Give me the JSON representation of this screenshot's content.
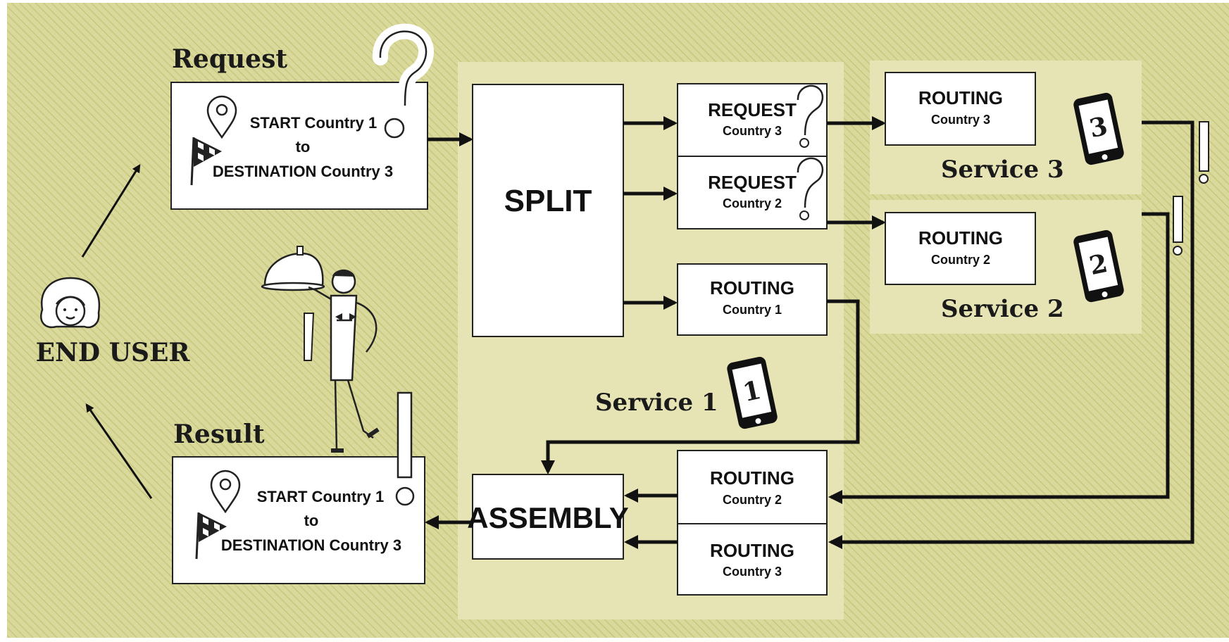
{
  "end_user": {
    "label": "END USER"
  },
  "request": {
    "heading": "Request",
    "line1": "START Country 1",
    "line2": "to",
    "line3": "DESTINATION Country 3"
  },
  "result": {
    "heading": "Result",
    "line1": "START Country 1",
    "line2": "to",
    "line3": "DESTINATION Country 3"
  },
  "split": {
    "label": "SPLIT"
  },
  "assembly": {
    "label": "ASSEMBLY"
  },
  "service1": {
    "label": "Service 1",
    "phone_number": "1",
    "routing_title": "ROUTING",
    "routing_sub": "Country 1"
  },
  "service2": {
    "label": "Service 2",
    "phone_number": "2",
    "routing_title": "ROUTING",
    "routing_sub": "Country 2"
  },
  "service3": {
    "label": "Service 3",
    "phone_number": "3",
    "routing_title": "ROUTING",
    "routing_sub": "Country 3"
  },
  "request_country3": {
    "title": "REQUEST",
    "sub": "Country 3"
  },
  "request_country2": {
    "title": "REQUEST",
    "sub": "Country 2"
  },
  "return_country2": {
    "title": "ROUTING",
    "sub": "Country 2"
  },
  "return_country3": {
    "title": "ROUTING",
    "sub": "Country 3"
  },
  "colors": {
    "background": "#d9d99c",
    "stripe": "#c9c97f",
    "panel": "#e6e3b4",
    "ink": "#111111"
  },
  "icons": [
    "person-face-icon",
    "map-pin-icon",
    "checkered-flag-icon",
    "question-mark-icon",
    "exclamation-mark-icon",
    "smartphone-icon",
    "waiter-illustration",
    "arrow-icon"
  ]
}
